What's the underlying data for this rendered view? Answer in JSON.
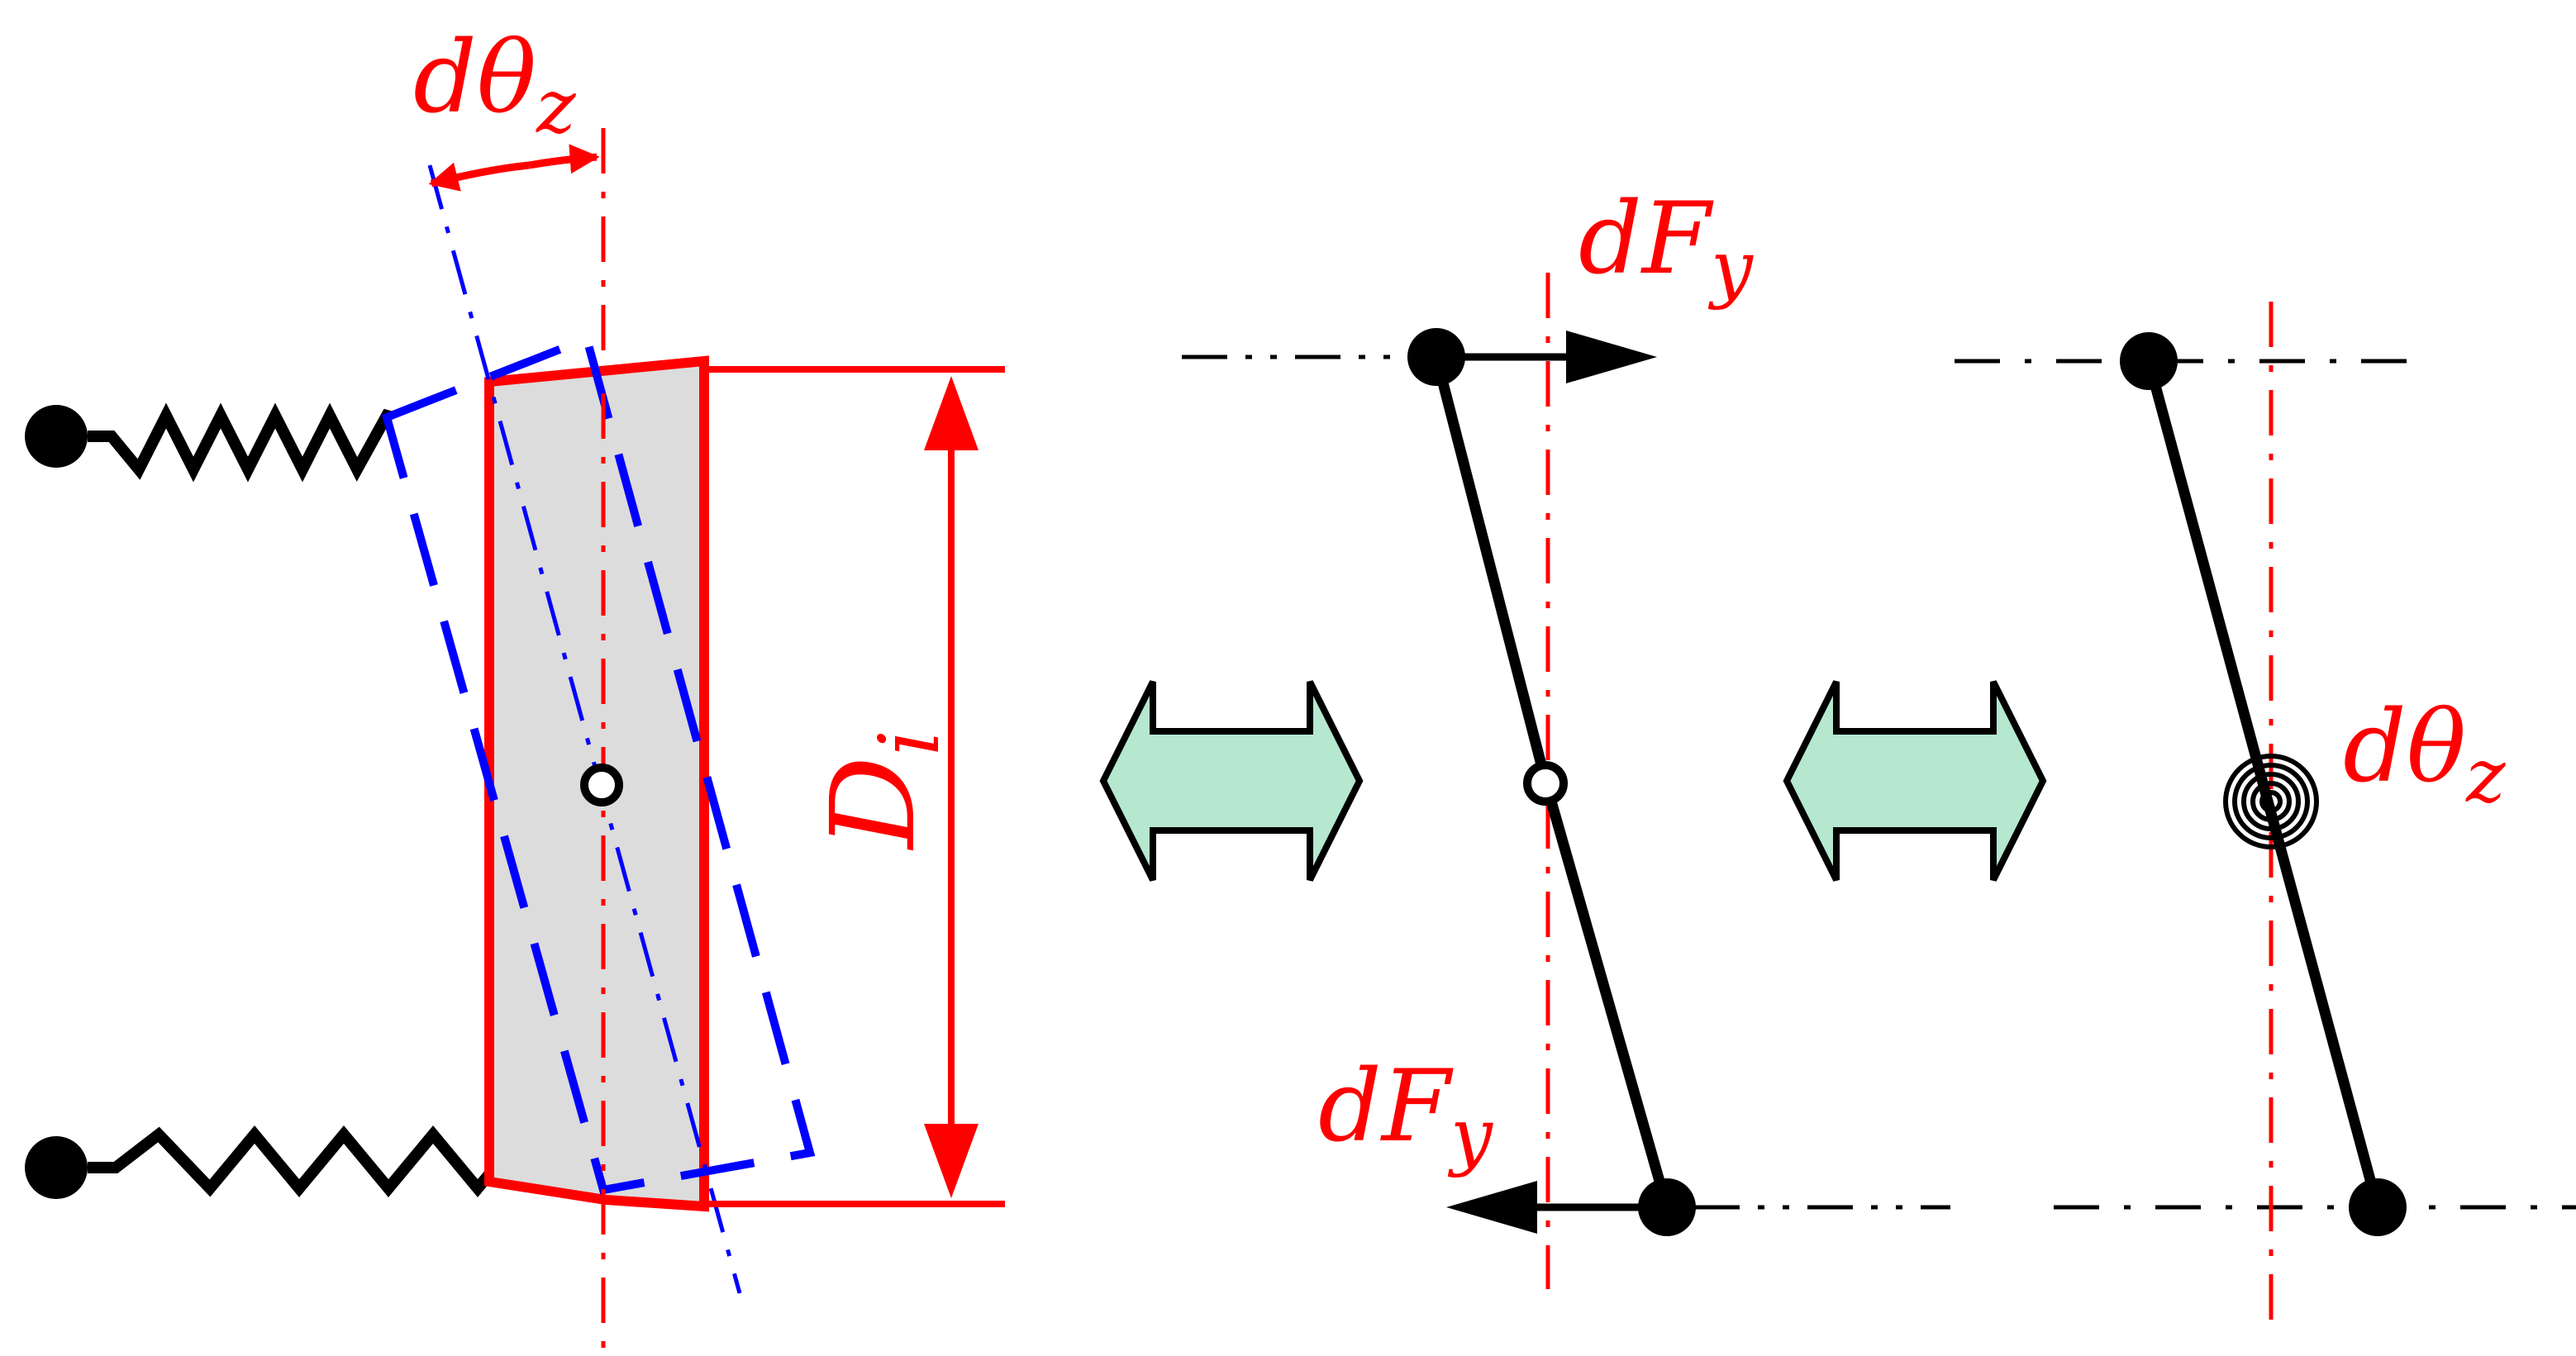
{
  "labels": {
    "dtheta_top": {
      "main": "dθ",
      "sub": "z"
    },
    "dF_top": {
      "main": "dF",
      "sub": "y"
    },
    "dF_bottom": {
      "main": "dF",
      "sub": "y"
    },
    "D_i": {
      "main": "D",
      "sub": "i"
    },
    "dtheta_right": {
      "main": "dθ",
      "sub": "z"
    }
  },
  "colors": {
    "element_outline": "#ff0000",
    "element_fill": "#dcdcdc",
    "rotated_outline": "#0000ff",
    "equivalence_arrow_fill": "#b5e8cf",
    "ink": "#000000",
    "label": "#ff0000"
  },
  "icons": {
    "equivalence": "double-headed-arrow",
    "node": "filled-circle",
    "hinge": "hollow-circle",
    "rotational_spring": "spiral-spring"
  }
}
